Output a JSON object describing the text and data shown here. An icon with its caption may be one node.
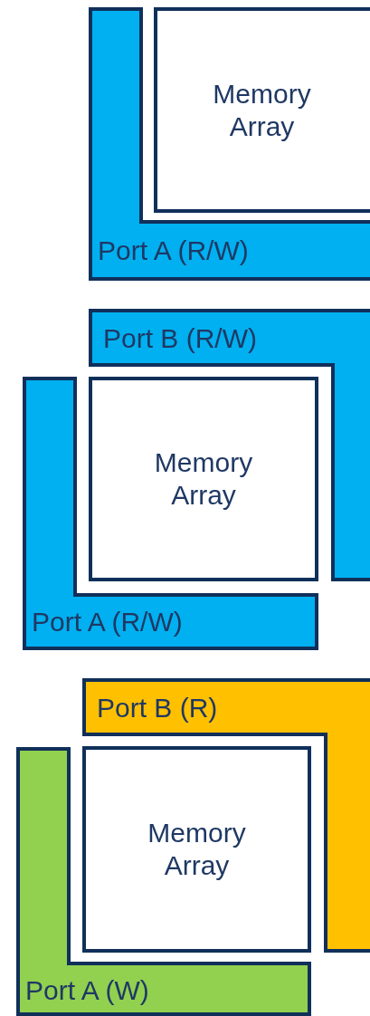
{
  "diagram": {
    "nodes": [
      {
        "text": [
          "Memory Array"
        ]
      },
      {
        "text": [
          "Port A (R/W)"
        ]
      },
      {
        "text": [
          "Port B (R/W)"
        ]
      },
      {
        "text": [
          "Memory Array"
        ]
      },
      {
        "text": [
          "Port A (R/W)"
        ]
      },
      {
        "text": [
          "Port B (R)"
        ]
      },
      {
        "text": [
          "Memory Array"
        ]
      },
      {
        "text": [
          "Port A (W)"
        ]
      }
    ],
    "edges": []
  }
}
